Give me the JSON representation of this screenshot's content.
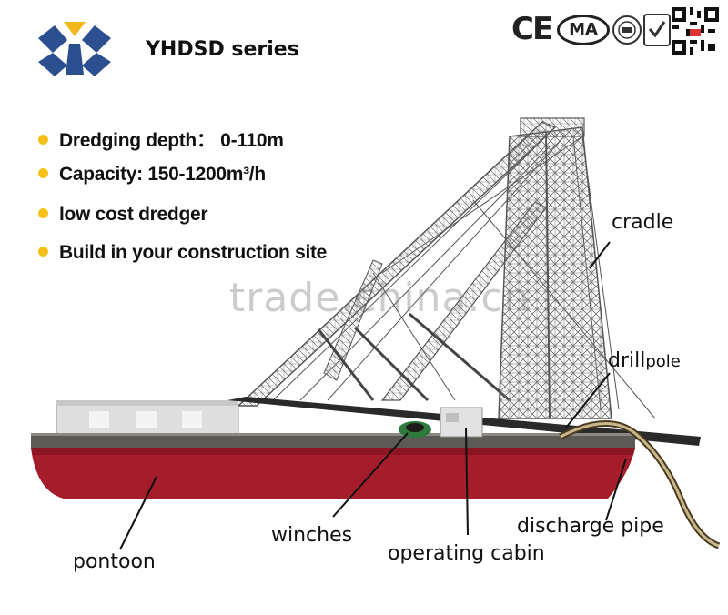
{
  "header": {
    "series_title": "YHDSD series"
  },
  "features": [
    {
      "label": "Dredging depth： 0-110m"
    },
    {
      "label": "Capacity:  150-1200m³/h"
    },
    {
      "label": "low cost dredger"
    },
    {
      "label": "Build in your construction site"
    }
  ],
  "parts": {
    "cradle": "cradle",
    "drill": "drill",
    "pole": "pole",
    "winches": "winches",
    "operating_cabin": "operating cabin",
    "discharge_pipe": "discharge pipe",
    "pontoon": "pontoon"
  },
  "certifications": {
    "ce": "CE",
    "cma": "MA"
  },
  "watermark": "trade.china.cn",
  "colors": {
    "hull": "#a51d2a",
    "deck": "#5c5a55",
    "bullet": "#f5c017",
    "logo_blue": "#2b4f8f",
    "logo_yellow": "#f2b81b",
    "pipe": "#4a3a22"
  },
  "icons": {
    "logo": "company-logo",
    "qr": "qr-code-icon"
  }
}
